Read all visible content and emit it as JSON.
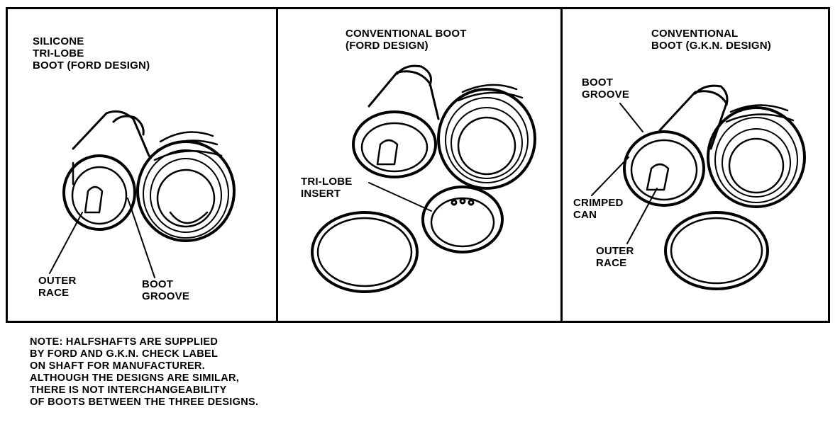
{
  "panels": [
    {
      "title_lines": [
        "SILICONE",
        "TRI-LOBE",
        "BOOT (FORD DESIGN)"
      ],
      "callouts": {
        "outer_race": [
          "OUTER",
          "RACE"
        ],
        "boot_groove": [
          "BOOT",
          "GROOVE"
        ]
      }
    },
    {
      "title_lines": [
        "CONVENTIONAL BOOT",
        "(FORD DESIGN)"
      ],
      "callouts": {
        "tri_lobe_insert": [
          "TRI-LOBE",
          "INSERT"
        ]
      }
    },
    {
      "title_lines": [
        "CONVENTIONAL",
        "BOOT (G.K.N. DESIGN)"
      ],
      "callouts": {
        "boot_groove": [
          "BOOT",
          "GROOVE"
        ],
        "crimped_can": [
          "CRIMPED",
          "CAN"
        ],
        "outer_race": [
          "OUTER",
          "RACE"
        ]
      }
    }
  ],
  "note_lines": [
    "NOTE: HALFSHAFTS ARE SUPPLIED",
    "BY FORD AND G.K.N. CHECK LABEL",
    "ON SHAFT FOR MANUFACTURER.",
    "ALTHOUGH THE DESIGNS ARE SIMILAR,",
    "THERE IS NOT INTERCHANGEABILITY",
    "OF BOOTS BETWEEN THE THREE DESIGNS."
  ]
}
